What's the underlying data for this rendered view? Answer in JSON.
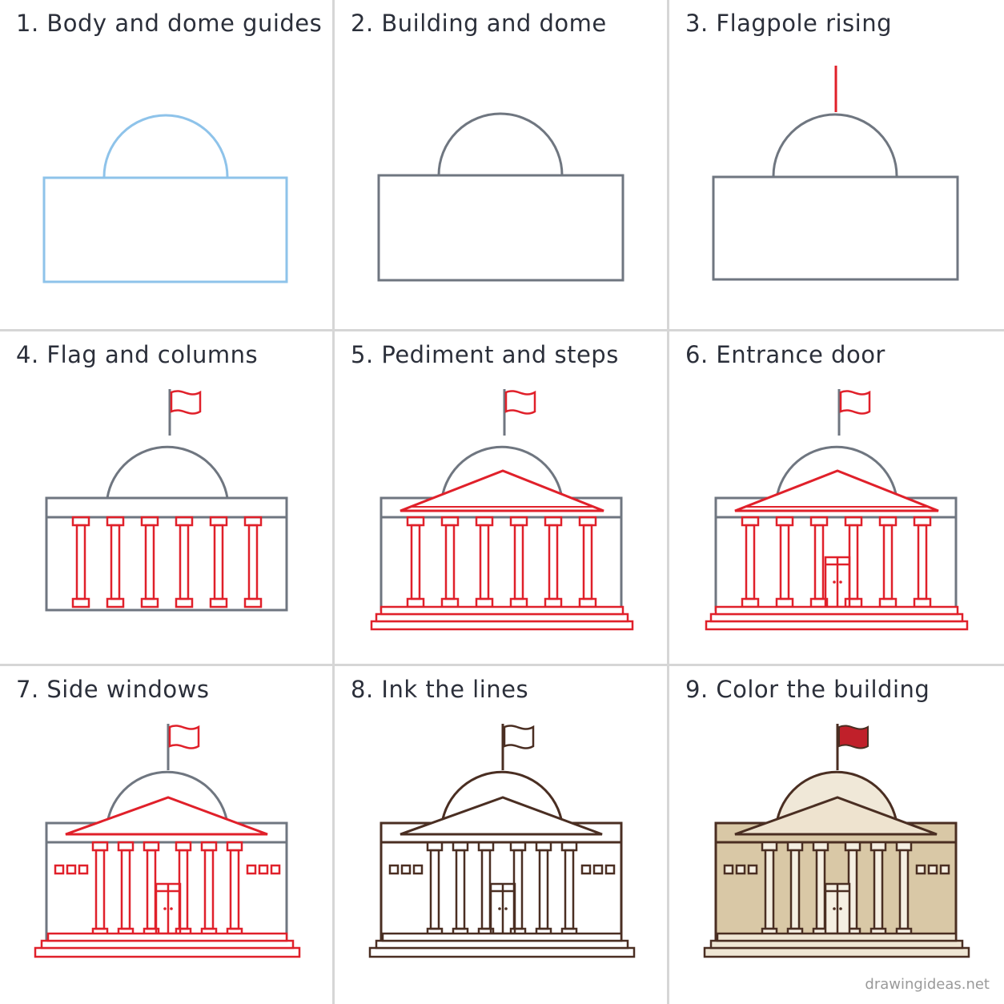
{
  "steps": [
    {
      "number": 1,
      "title": "1. Body and dome guides"
    },
    {
      "number": 2,
      "title": "2. Building and dome"
    },
    {
      "number": 3,
      "title": "3. Flagpole rising"
    },
    {
      "number": 4,
      "title": "4. Flag and columns"
    },
    {
      "number": 5,
      "title": "5. Pediment and steps"
    },
    {
      "number": 6,
      "title": "6. Entrance door"
    },
    {
      "number": 7,
      "title": "7. Side windows"
    },
    {
      "number": 8,
      "title": "8. Ink the lines"
    },
    {
      "number": 9,
      "title": "9. Color the building"
    }
  ],
  "watermark": "drawingideas.net",
  "colors": {
    "guide_blue": "#8ec3ea",
    "pencil_gray": "#6f7680",
    "highlight_red": "#e0202a",
    "ink_brown": "#4a2e22",
    "fill_tan": "#d9c8a6",
    "fill_light": "#f0e8d8",
    "flag_red": "#c0202a"
  }
}
